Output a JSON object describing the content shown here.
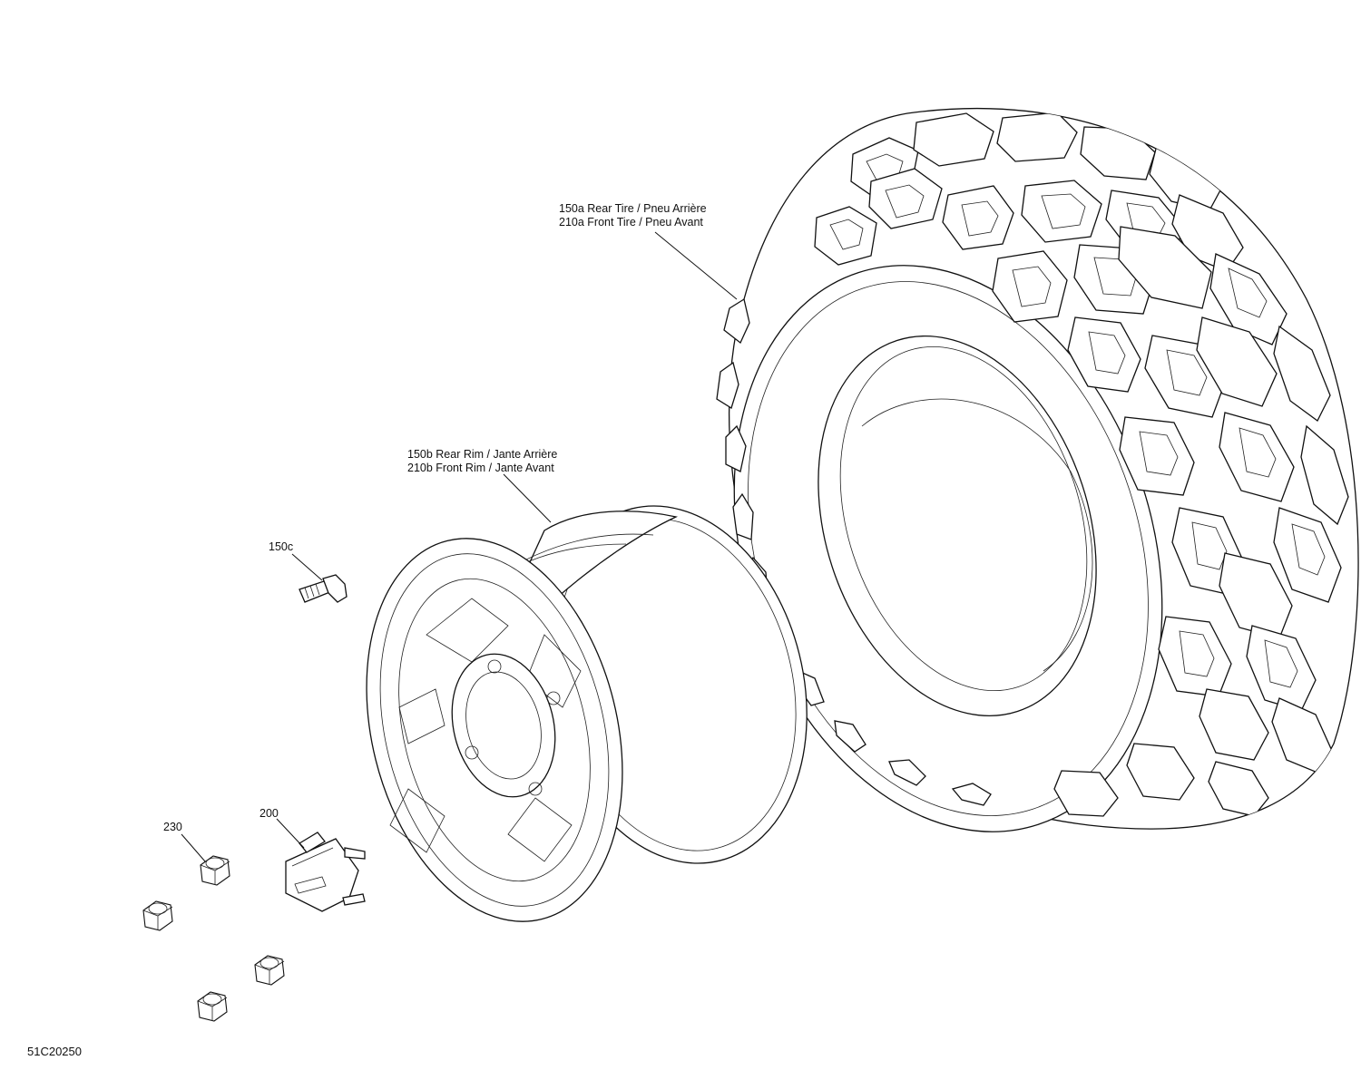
{
  "callouts": {
    "tire_line1": "150a Rear Tire / Pneu Arrière",
    "tire_line2": "210a Front Tire / Pneu Avant",
    "rim_line1": "150b Rear Rim / Jante Arrière",
    "rim_line2": "210b Front Rim / Jante Avant",
    "valve": "150c",
    "cap": "200",
    "nut": "230"
  },
  "drawing_number": "51C20250"
}
